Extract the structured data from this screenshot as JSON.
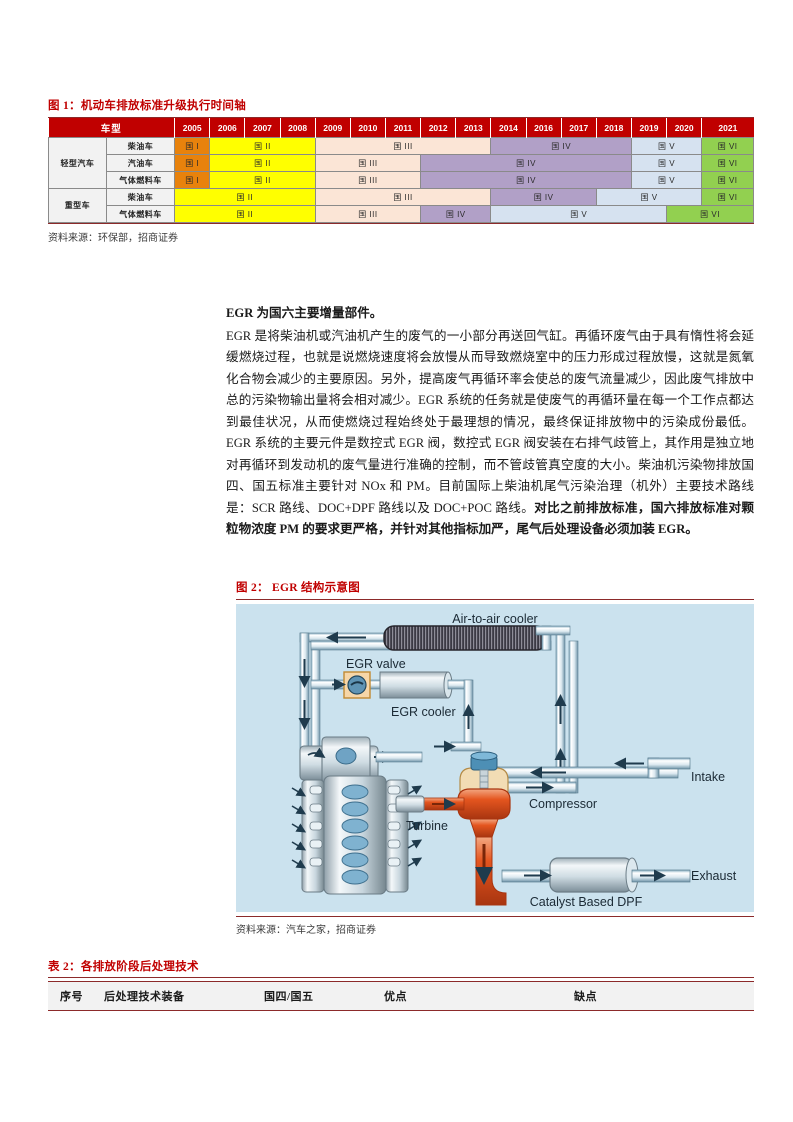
{
  "figure1": {
    "caption": "图 1：机动车排放标准升级执行时间轴",
    "source": "资料来源：环保部，招商证券",
    "vehicle_header": "车型",
    "years": [
      "2005",
      "2006",
      "2007",
      "2008",
      "2009",
      "2010",
      "2011",
      "2012",
      "2013",
      "2014",
      "2016",
      "2017",
      "2018",
      "2019",
      "2020",
      "2021"
    ],
    "categories": [
      {
        "name": "轻型汽车",
        "rowspan": 3
      },
      {
        "name": "重型车",
        "rowspan": 2
      }
    ],
    "rows": [
      {
        "category": "轻型汽车",
        "subtype": "柴油车",
        "segments": [
          {
            "label": "国 I",
            "span": 1,
            "std": 1
          },
          {
            "label": "国 II",
            "span": 3,
            "std": 2
          },
          {
            "label": "国 III",
            "span": 5,
            "std": 3
          },
          {
            "label": "国 IV",
            "span": 4,
            "std": 4
          },
          {
            "label": "国 V",
            "span": 2,
            "std": 5
          },
          {
            "label": "国 VI",
            "span": 1,
            "std": 6
          }
        ]
      },
      {
        "category": "轻型汽车",
        "subtype": "汽油车",
        "segments": [
          {
            "label": "国 I",
            "span": 1,
            "std": 1
          },
          {
            "label": "国 II",
            "span": 3,
            "std": 2
          },
          {
            "label": "国 III",
            "span": 3,
            "std": 3
          },
          {
            "label": "国 IV",
            "span": 6,
            "std": 4
          },
          {
            "label": "国 V",
            "span": 2,
            "std": 5
          },
          {
            "label": "国 VI",
            "span": 1,
            "std": 6
          }
        ]
      },
      {
        "category": "轻型汽车",
        "subtype": "气体燃料车",
        "segments": [
          {
            "label": "国 I",
            "span": 1,
            "std": 1
          },
          {
            "label": "国 II",
            "span": 3,
            "std": 2
          },
          {
            "label": "国 III",
            "span": 3,
            "std": 3
          },
          {
            "label": "国 IV",
            "span": 6,
            "std": 4
          },
          {
            "label": "国 V",
            "span": 2,
            "std": 5
          },
          {
            "label": "国 VI",
            "span": 1,
            "std": 6
          }
        ]
      },
      {
        "category": "重型车",
        "subtype": "柴油车",
        "segments": [
          {
            "label": "国 II",
            "span": 4,
            "std": 2
          },
          {
            "label": "国 III",
            "span": 5,
            "std": 3
          },
          {
            "label": "国 IV",
            "span": 3,
            "std": 4
          },
          {
            "label": "国 V",
            "span": 3,
            "std": 5
          },
          {
            "label": "国 VI",
            "span": 1,
            "std": 6
          }
        ]
      },
      {
        "category": "重型车",
        "subtype": "气体燃料车",
        "segments": [
          {
            "label": "国 II",
            "span": 4,
            "std": 2
          },
          {
            "label": "国 III",
            "span": 3,
            "std": 3
          },
          {
            "label": "国 IV",
            "span": 2,
            "std": 4
          },
          {
            "label": "国 V",
            "span": 5,
            "std": 5
          },
          {
            "label": "国 VI",
            "span": 2,
            "std": 6
          }
        ]
      }
    ],
    "colors": {
      "header_red": "#C00000",
      "std1_orange": "#E8820C",
      "std2_yellow": "#FFFF00",
      "std3_peach": "#FBE5D6",
      "std4_purple": "#B1A0C7",
      "std5_blue": "#D6E2F0",
      "std6_green": "#92D050"
    }
  },
  "body": {
    "lead": "EGR 为国六主要增量部件。",
    "paragraph": "EGR 是将柴油机或汽油机产生的废气的一小部分再送回气缸。再循环废气由于具有惰性将会延缓燃烧过程，也就是说燃烧速度将会放慢从而导致燃烧室中的压力形成过程放慢，这就是氮氧化合物会减少的主要原因。另外，提高废气再循环率会使总的废气流量减少，因此废气排放中总的污染物输出量将会相对减少。EGR 系统的任务就是使废气的再循环量在每一个工作点都达到最佳状况，从而使燃烧过程始终处于最理想的情况，最终保证排放物中的污染成份最低。EGR 系统的主要元件是数控式 EGR 阀，数控式 EGR 阀安装在右排气歧管上，其作用是独立地对再循环到发动机的废气量进行准确的控制，而不管歧管真空度的大小。柴油机污染物排放国四、国五标准主要针对 NOx 和 PM。目前国际上柴油机尾气污染治理（机外）主要技术路线是：SCR 路线、DOC+DPF 路线以及 DOC+POC 路线。",
    "paragraph_bold_tail": "对比之前排放标准，国六排放标准对颗粒物浓度 PM 的要求更严格，并针对其他指标加严，尾气后处理设备必须加装 EGR。"
  },
  "figure2": {
    "caption": "图 2：  EGR 结构示意图",
    "source": "资料来源：汽车之家，招商证券",
    "labels": {
      "air_to_air_cooler": "Air-to-air cooler",
      "egr_valve": "EGR valve",
      "egr_cooler": "EGR cooler",
      "intake": "Intake",
      "compressor": "Compressor",
      "turbine": "Turbine",
      "exhaust": "Exhaust",
      "catalyst_dpf": "Catalyst Based DPF"
    },
    "background_color": "#CBE2EE"
  },
  "table2": {
    "caption": "表 2：各排放阶段后处理技术",
    "columns": [
      "序号",
      "后处理技术装备",
      "国四/国五",
      "优点",
      "缺点"
    ],
    "rows": []
  }
}
